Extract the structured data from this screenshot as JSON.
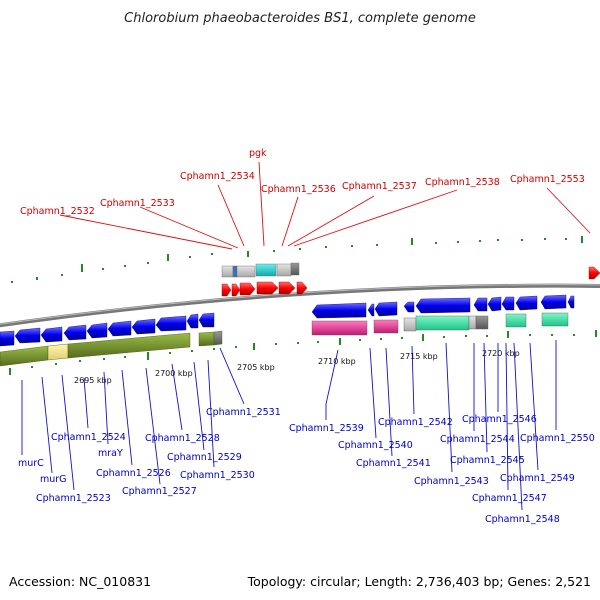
{
  "title": "Chlorobium phaeobacteroides BS1, complete genome",
  "footer": {
    "accession": "Accession: NC_010831",
    "summary": "Topology: circular; Length: 2,736,403 bp; Genes: 2,521"
  },
  "scale_labels": [
    "2695 kbp",
    "2700 kbp",
    "2705 kbp",
    "2710 kbp",
    "2715 kbp",
    "2720 kbp"
  ],
  "colors": {
    "forward_gene": "#ff0000",
    "reverse_gene": "#0000ee",
    "backbone": "#888888",
    "tick": "#228b22",
    "magenta_feature": "#e8338f",
    "green_feature": "#33e0a0",
    "olive_feature": "#6b8e23",
    "cyan_feature": "#22cccc"
  },
  "top_labels": [
    {
      "text": "Cphamn1_2532"
    },
    {
      "text": "Cphamn1_2533"
    },
    {
      "text": "Cphamn1_2534"
    },
    {
      "text": "pgk"
    },
    {
      "text": "Cphamn1_2536"
    },
    {
      "text": "Cphamn1_2537"
    },
    {
      "text": "Cphamn1_2538"
    },
    {
      "text": "Cphamn1_2553"
    }
  ],
  "bottom_labels": [
    {
      "text": "murC"
    },
    {
      "text": "murG"
    },
    {
      "text": "Cphamn1_2523"
    },
    {
      "text": "Cphamn1_2524"
    },
    {
      "text": "mraY"
    },
    {
      "text": "Cphamn1_2526"
    },
    {
      "text": "Cphamn1_2527"
    },
    {
      "text": "Cphamn1_2528"
    },
    {
      "text": "Cphamn1_2529"
    },
    {
      "text": "Cphamn1_2530"
    },
    {
      "text": "Cphamn1_2531"
    },
    {
      "text": "Cphamn1_2539"
    },
    {
      "text": "Cphamn1_2540"
    },
    {
      "text": "Cphamn1_2541"
    },
    {
      "text": "Cphamn1_2542"
    },
    {
      "text": "Cphamn1_2543"
    },
    {
      "text": "Cphamn1_2544"
    },
    {
      "text": "Cphamn1_2545"
    },
    {
      "text": "Cphamn1_2546"
    },
    {
      "text": "Cphamn1_2547"
    },
    {
      "text": "Cphamn1_2548"
    },
    {
      "text": "Cphamn1_2549"
    },
    {
      "text": "Cphamn1_2550"
    }
  ]
}
